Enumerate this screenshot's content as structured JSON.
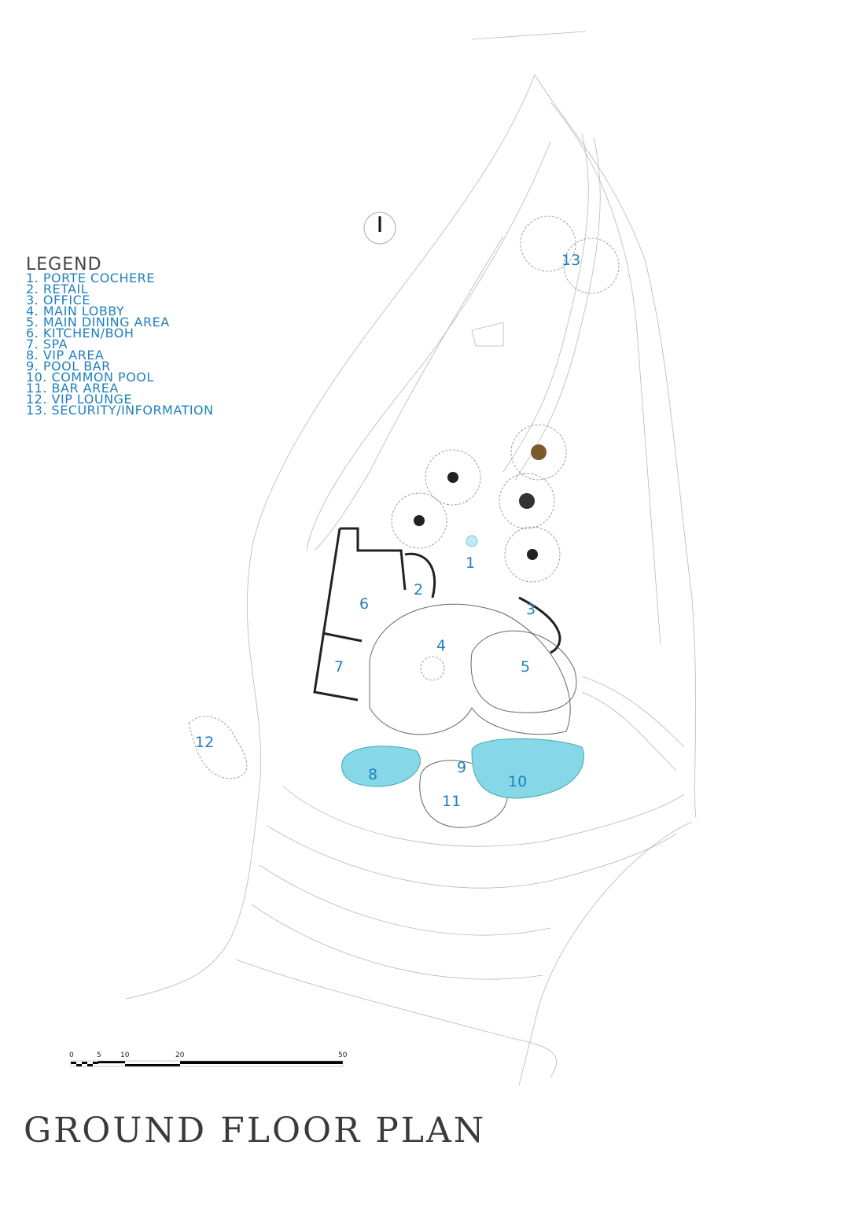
{
  "legend": {
    "title": "LEGEND",
    "items": [
      "1. PORTE COCHERE",
      "2. RETAIL",
      "3. OFFICE",
      "4. MAIN LOBBY",
      "5. MAIN DINING AREA",
      "6. KITCHEN/BOH",
      "7. SPA",
      "8. VIP AREA",
      "9. POOL BAR",
      "10. COMMON POOL",
      "11. BAR AREA",
      "12. VIP LOUNGE",
      "13. SECURITY/INFORMATION"
    ]
  },
  "area_labels": [
    "1",
    "2",
    "3",
    "4",
    "5",
    "6",
    "7",
    "8",
    "9",
    "10",
    "11",
    "12",
    "13"
  ],
  "scale_bar": {
    "ticks": [
      "0",
      "5",
      "10",
      "20",
      "50"
    ]
  },
  "title": "GROUND FLOOR PLAN",
  "colors": {
    "label": "#1f80bf",
    "pool": "#86d8e8",
    "lines": "#b8b8b8"
  }
}
